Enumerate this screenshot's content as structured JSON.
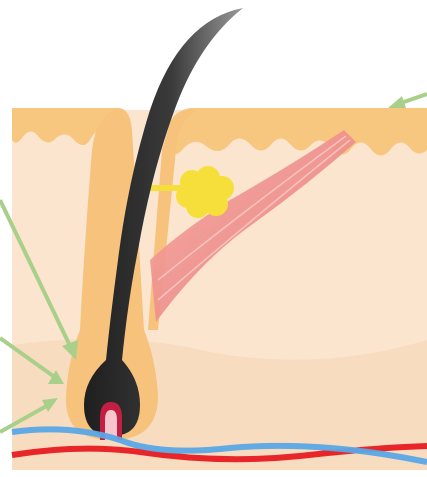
{
  "diagram": {
    "type": "hair follicle skin cross-section illustration",
    "labels": [],
    "colors": {
      "background": "#ffffff",
      "dermis": "#fbe5cf",
      "dermis_lower": "#f8dcc0",
      "epidermis": "#f8c77f",
      "epidermis_edge": "#f3b868",
      "follicle_sheath": "#f6c27c",
      "hair_shaft_dark": "#2b2b2b",
      "hair_shaft_light": "#8a8a8a",
      "sebaceous_gland": "#f6df3a",
      "arrector_pili_muscle": "#ef8f8f",
      "dermal_papilla": "#c21f43",
      "artery": "#e8262a",
      "vein": "#5aa6e6",
      "pointer_arrow": "#a9d08a"
    },
    "pointer_arrows": [
      {
        "name": "epidermis-pointer"
      },
      {
        "name": "follicle-pointer"
      },
      {
        "name": "root-sheath-pointer"
      },
      {
        "name": "bulb-pointer"
      }
    ]
  }
}
